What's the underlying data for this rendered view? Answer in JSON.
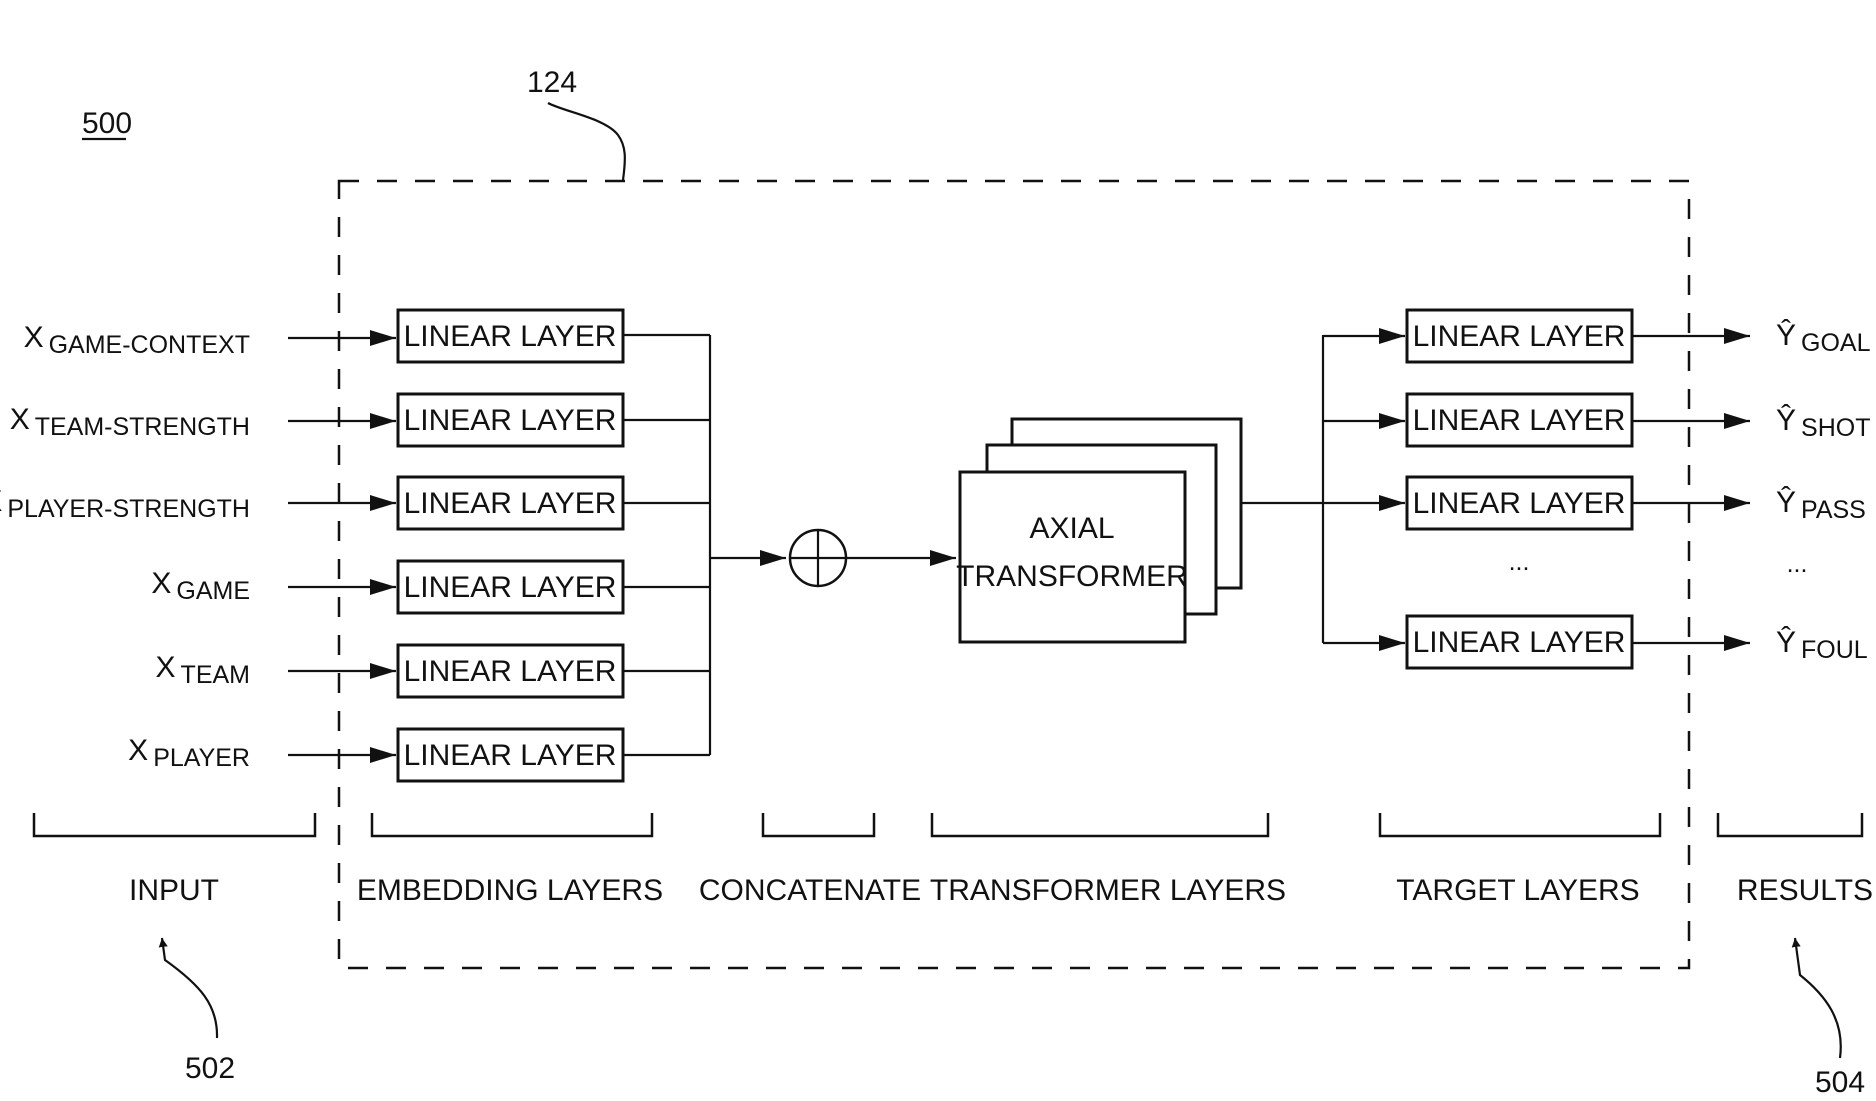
{
  "figure_number": "500",
  "ref_module": "124",
  "ref_input": "502",
  "ref_results": "504",
  "inputs": [
    {
      "main": "X",
      "sub": "GAME-CONTEXT"
    },
    {
      "main": "X",
      "sub": "TEAM-STRENGTH"
    },
    {
      "main": "X",
      "sub": "PLAYER-STRENGTH"
    },
    {
      "main": "X",
      "sub": "GAME"
    },
    {
      "main": "X",
      "sub": "TEAM"
    },
    {
      "main": "X",
      "sub": "PLAYER"
    }
  ],
  "embedding_layers": [
    "LINEAR LAYER",
    "LINEAR LAYER",
    "LINEAR LAYER",
    "LINEAR LAYER",
    "LINEAR LAYER",
    "LINEAR LAYER"
  ],
  "transformer": {
    "line1": "AXIAL",
    "line2": "TRANSFORMER"
  },
  "target_layers": [
    "LINEAR LAYER",
    "LINEAR LAYER",
    "LINEAR LAYER",
    "LINEAR LAYER"
  ],
  "target_ellipsis": "...",
  "outputs": [
    {
      "main": "Ŷ",
      "sub": "GOAL"
    },
    {
      "main": "Ŷ",
      "sub": "SHOT"
    },
    {
      "main": "Ŷ",
      "sub": "PASS"
    },
    {
      "main": "Ŷ",
      "sub": "FOUL"
    }
  ],
  "output_ellipsis": "...",
  "sections": {
    "input": "INPUT",
    "embedding": "EMBEDDING LAYERS",
    "concatenate": "CONCATENATE",
    "transformer": "TRANSFORMER LAYERS",
    "target": "TARGET LAYERS",
    "results": "RESULTS"
  }
}
